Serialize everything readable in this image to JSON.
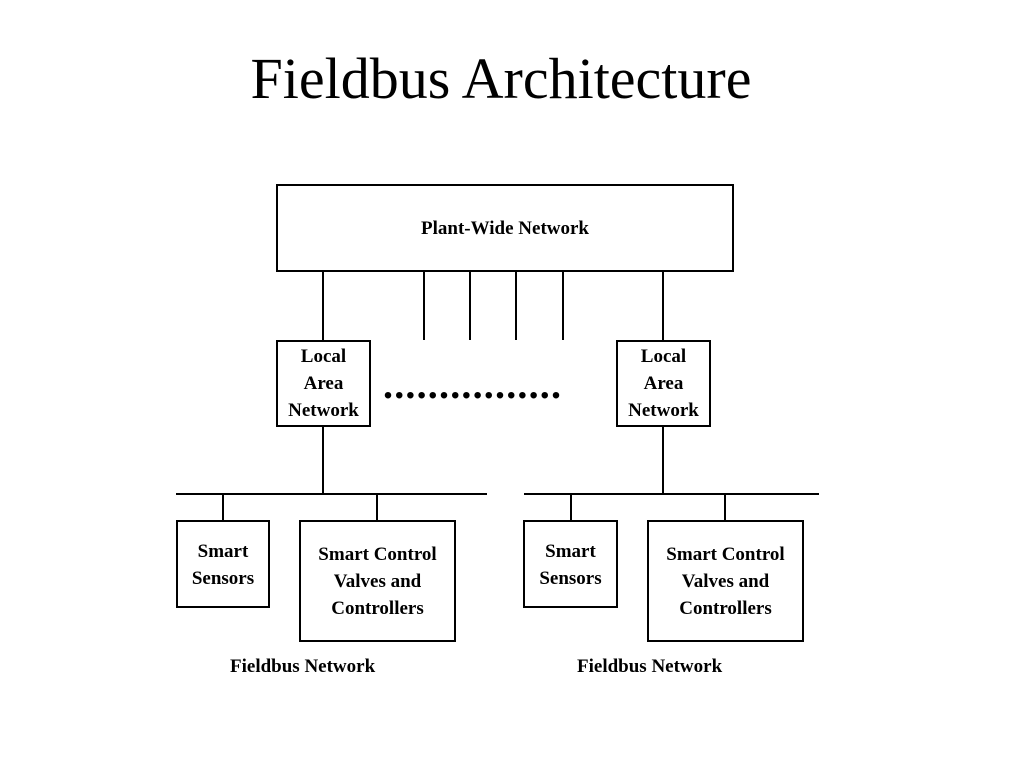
{
  "title": "Fieldbus Architecture",
  "plant_network": {
    "label": "Plant-Wide Network"
  },
  "lan_left": {
    "lines": [
      "Local",
      "Area",
      "Network"
    ]
  },
  "lan_right": {
    "lines": [
      "Local",
      "Area",
      "Network"
    ]
  },
  "ellipsis": "................",
  "left_group": {
    "sensors": [
      "Smart",
      "Sensors"
    ],
    "controllers": [
      "Smart Control",
      "Valves and",
      "Controllers"
    ],
    "caption": "Fieldbus Network"
  },
  "right_group": {
    "sensors": [
      "Smart",
      "Sensors"
    ],
    "controllers": [
      "Smart Control",
      "Valves and",
      "Controllers"
    ],
    "caption": "Fieldbus Network"
  }
}
